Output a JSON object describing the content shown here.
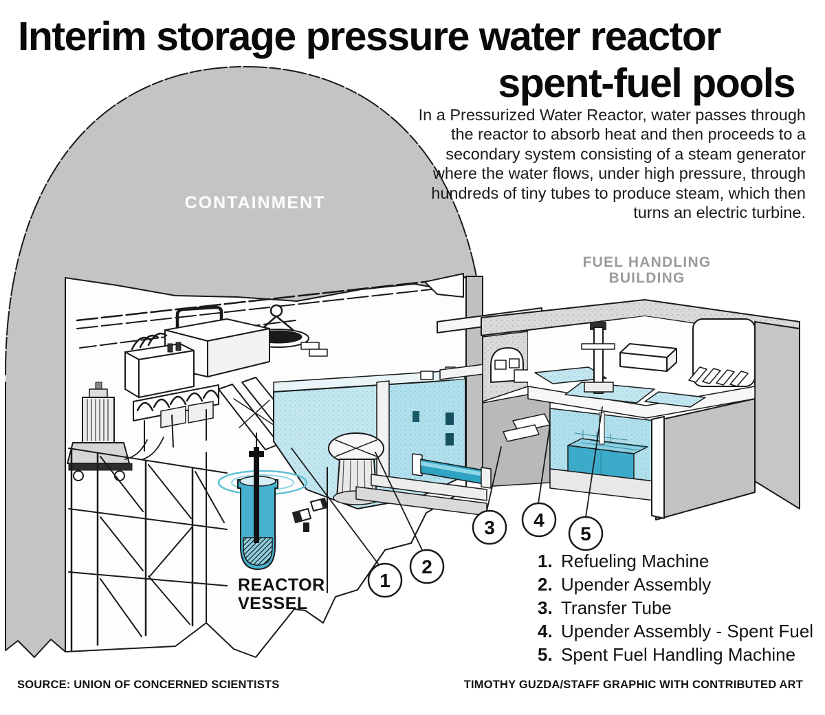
{
  "title": {
    "line1": "Interim storage pressure water reactor",
    "line2": "spent-fuel pools"
  },
  "intro": "In a Pressurized Water Reactor, water passes through the reactor to absorb heat and then proceeds to a secondary system consisting of a steam generator where the water flows, under high pressure, through hundreds of tiny tubes to produce steam, which then turns an electric turbine.",
  "diagram": {
    "containment_label": "CONTAINMENT",
    "fuel_handling_line1": "FUEL HANDLING",
    "fuel_handling_line2": "BUILDING",
    "reactor_vessel_line1": "REACTOR",
    "reactor_vessel_line2": "VESSEL",
    "callouts": [
      {
        "number": "1"
      },
      {
        "number": "2"
      },
      {
        "number": "3"
      },
      {
        "number": "4"
      },
      {
        "number": "5"
      }
    ]
  },
  "legend": {
    "items": [
      {
        "number": "1.",
        "label": "Refueling Machine"
      },
      {
        "number": "2.",
        "label": "Upender Assembly"
      },
      {
        "number": "3.",
        "label": "Transfer Tube"
      },
      {
        "number": "4.",
        "label": "Upender Assembly - Spent Fuel"
      },
      {
        "number": "5.",
        "label": "Spent Fuel Handling Machine"
      }
    ]
  },
  "footer": {
    "source": "SOURCE: UNION OF CONCERNED SCIENTISTS",
    "credit": "TIMOTHY GUZDA/STAFF GRAPHIC WITH CONTRIBUTED ART"
  },
  "colors": {
    "dome_gray": "#c4c4c4",
    "wall_gray": "#c2c2c2",
    "water_light": "#c3e6ef",
    "water_mid": "#b7e0ec",
    "water_dark": "#3cabc9",
    "outline": "#1a1a1a",
    "label_gray": "#9b9b9b"
  }
}
